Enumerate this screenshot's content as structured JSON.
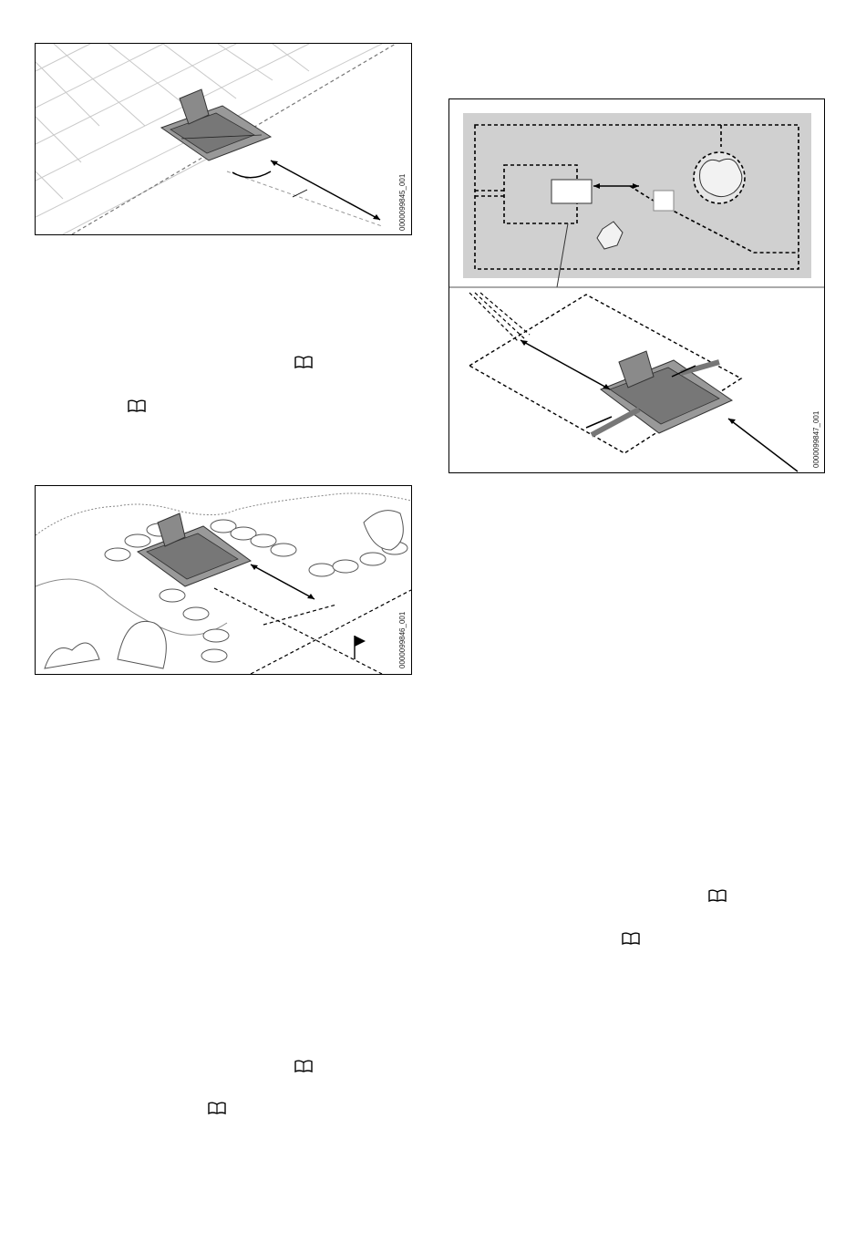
{
  "figures": [
    {
      "id": "fig1",
      "code": "0000099845_001"
    },
    {
      "id": "fig2",
      "code": "0000099846_001"
    },
    {
      "id": "fig3",
      "code": "0000099847_001"
    }
  ],
  "icons": {
    "reference": "book-icon"
  }
}
